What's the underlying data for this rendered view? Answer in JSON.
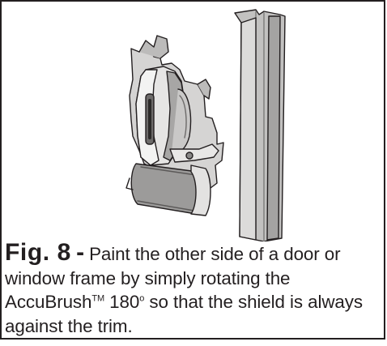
{
  "figure": {
    "label": "Fig. 8",
    "dash": "-",
    "caption_part1": "Paint the other side of a door or window frame by simply rotating the AccuBrush",
    "trademark": "TM",
    "caption_part2": " 180",
    "degree": "o",
    "caption_part3": " so that the shield is always against the trim."
  }
}
